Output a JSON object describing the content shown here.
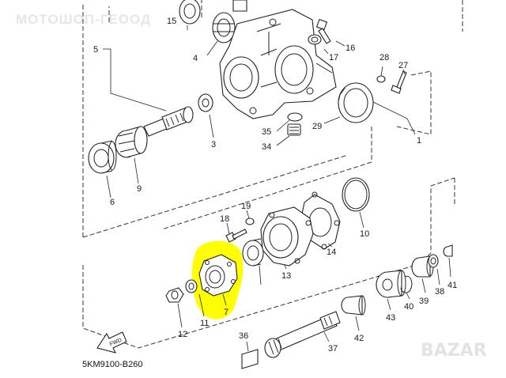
{
  "watermark": "МОТОШОП-ГЕООД",
  "diagram_code": "5KM9100-B260",
  "fwd_label": "FWD",
  "brand_watermark": "BAZAR",
  "highlight_color": "#ffff00",
  "parts": {
    "p1": "1",
    "p3": "3",
    "p4": "4",
    "p5": "5",
    "p6": "6",
    "p7": "7",
    "p9": "9",
    "p10": "10",
    "p11": "11",
    "p12": "12",
    "p13": "13",
    "p14": "14",
    "p15": "15",
    "p16": "16",
    "p17": "17",
    "p18": "18",
    "p19": "19",
    "p27": "27",
    "p28": "28",
    "p29": "29",
    "p34": "34",
    "p35": "35",
    "p36": "36",
    "p37": "37",
    "p38": "38",
    "p39": "39",
    "p40": "40",
    "p41": "41",
    "p42": "42",
    "p43": "43"
  }
}
